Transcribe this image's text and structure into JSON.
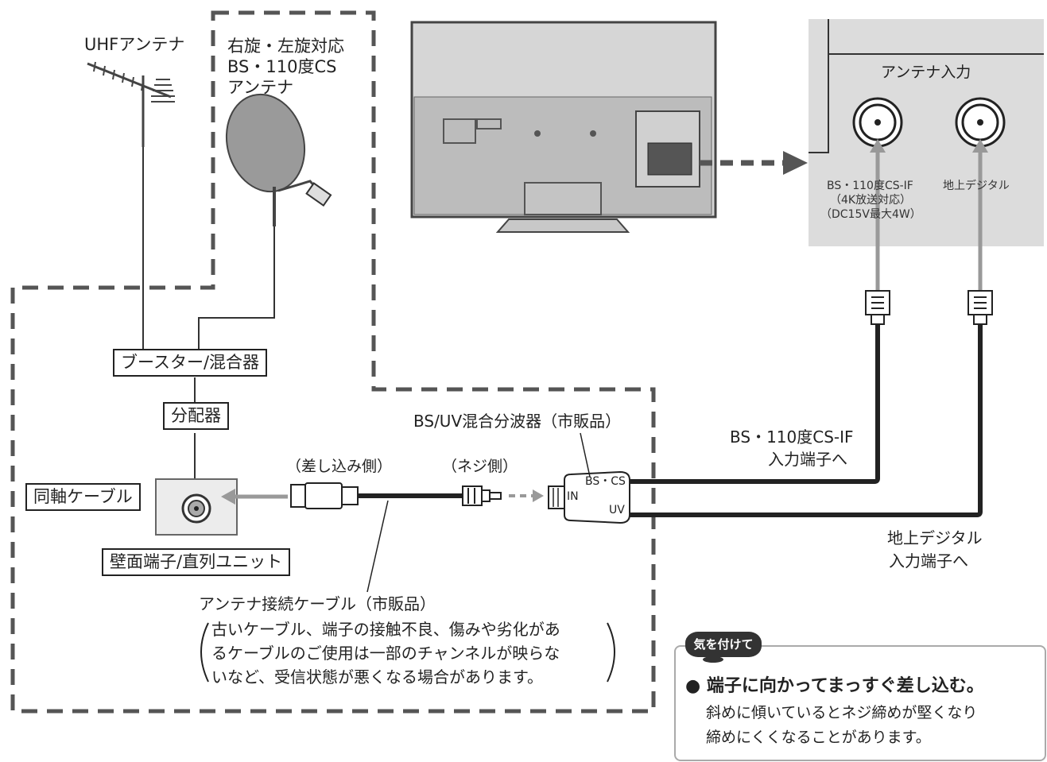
{
  "antennas": {
    "uhf": "UHFアンテナ",
    "bs_line1": "右旋・左旋対応",
    "bs_line2": "BS・110度CS",
    "bs_line3": "アンテナ"
  },
  "boxes": {
    "booster": "ブースター/混合器",
    "splitter": "分配器",
    "coax": "同軸ケーブル",
    "wall": "壁面端子/直列ユニット"
  },
  "tv_panel": {
    "title": "アンテナ入力",
    "bs_label_1": "BS・110度CS-IF",
    "bs_label_2": "（4K放送対応）",
    "bs_label_3": "（DC15V最大4W）",
    "terrestrial_label": "地上デジタル"
  },
  "connectors": {
    "plug_side": "（差し込み側）",
    "screw_side": "（ネジ側）",
    "splitter_name": "BS/UV混合分波器（市販品）",
    "port_in": "IN",
    "port_bscs": "BS・CS",
    "port_uv": "UV"
  },
  "outputs": {
    "bs_line1": "BS・110度CS-IF",
    "bs_line2": "入力端子へ",
    "uv_line1": "地上デジタル",
    "uv_line2": "入力端子へ"
  },
  "cable_note": {
    "title": "アンテナ接続ケーブル（市販品）",
    "line1": "古いケーブル、端子の接触不良、傷みや劣化があ",
    "line2": "るケーブルのご使用は一部のチャンネルが映らな",
    "line3": "いなど、受信状態が悪くなる場合があります。"
  },
  "caution": {
    "badge": "気を付けて",
    "title": "● 端子に向かってまっすぐ差し込む。",
    "line1": "斜めに傾いているとネジ締めが堅くなり",
    "line2": "締めにくくなることがあります。"
  }
}
